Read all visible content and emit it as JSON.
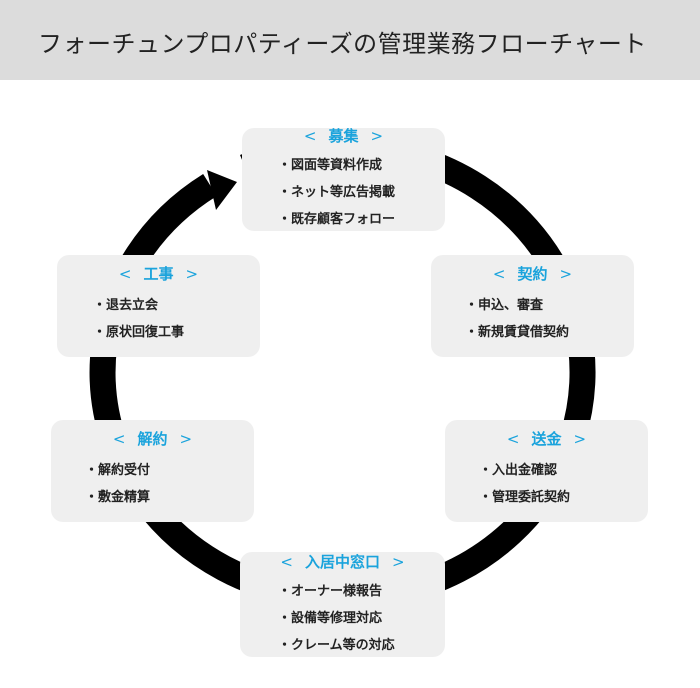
{
  "title": "フォーチュンプロパティーズの管理業務フローチャート",
  "colors": {
    "accent": "#1aa3dc",
    "box_bg": "#efefef",
    "title_bg": "#dcdcdc",
    "ring": "#000000"
  },
  "steps": [
    {
      "title": "募集",
      "items": [
        "図面等資料作成",
        "ネット等広告掲載",
        "既存顧客フォロー"
      ]
    },
    {
      "title": "契約",
      "items": [
        "申込、審査",
        "新規賃貸借契約"
      ]
    },
    {
      "title": "送金",
      "items": [
        "入出金確認",
        "管理委託契約"
      ]
    },
    {
      "title": "入居中窓口",
      "items": [
        "オーナー様報告",
        "設備等修理対応",
        "クレーム等の対応"
      ]
    },
    {
      "title": "解約",
      "items": [
        "解約受付",
        "敷金精算"
      ]
    },
    {
      "title": "工事",
      "items": [
        "退去立会",
        "原状回復工事"
      ]
    }
  ]
}
